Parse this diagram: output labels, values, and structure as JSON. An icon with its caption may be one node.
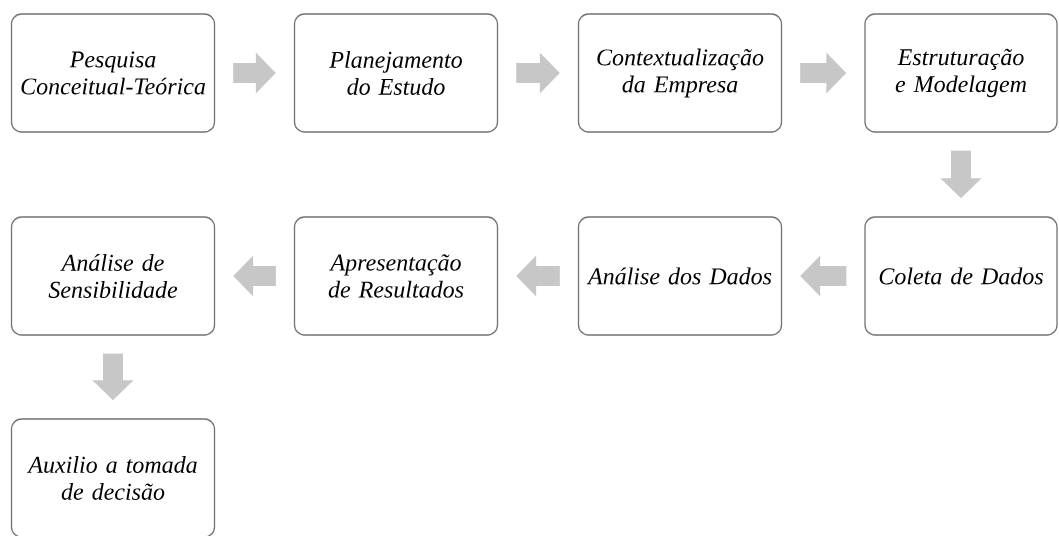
{
  "diagram": {
    "nodes": [
      {
        "text": [
          "Pesquisa Conceitual-Teórica"
        ]
      },
      {
        "text": [
          "Planejamento do Estudo"
        ]
      },
      {
        "text": [
          "Contextualização da Empresa"
        ]
      },
      {
        "text": [
          "Estruturação e Modelagem"
        ]
      },
      {
        "text": [
          "Análise de Sensibilidade"
        ]
      },
      {
        "text": [
          "Apresentação de Resultados"
        ]
      },
      {
        "text": [
          "Análise dos Dados"
        ]
      },
      {
        "text": [
          "Coleta de Dados"
        ]
      },
      {
        "text": [
          "Auxilio a tomada de decisão"
        ]
      }
    ],
    "edges": [
      {
        "from": 0,
        "to": 1,
        "arrow": "to"
      },
      {
        "from": 1,
        "to": 2,
        "arrow": "to"
      },
      {
        "from": 2,
        "to": 3,
        "arrow": "to"
      },
      {
        "from": 3,
        "to": 7,
        "arrow": "to"
      },
      {
        "from": 7,
        "to": 6,
        "arrow": "to"
      },
      {
        "from": 6,
        "to": 5,
        "arrow": "to"
      },
      {
        "from": 5,
        "to": 4,
        "arrow": "to"
      },
      {
        "from": 4,
        "to": 8,
        "arrow": "to"
      }
    ]
  }
}
